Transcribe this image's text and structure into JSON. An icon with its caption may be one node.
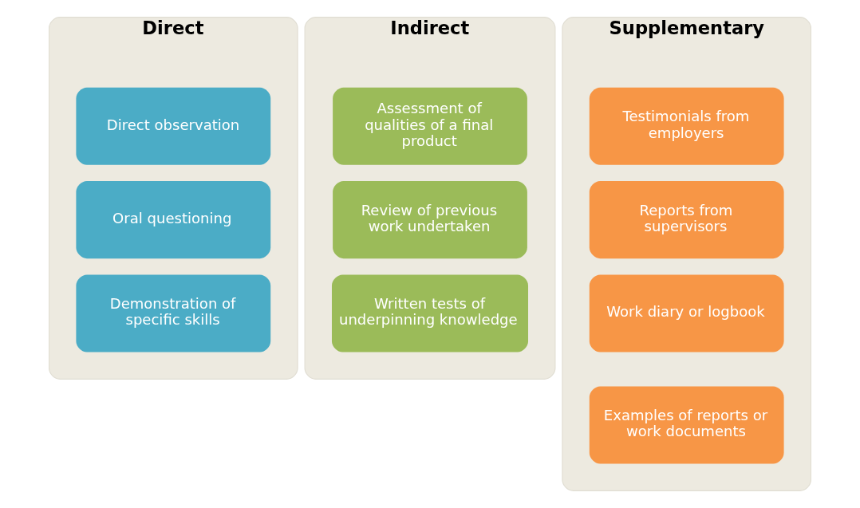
{
  "diagram": {
    "nodes": [
      {
        "text": [
          "Direct"
        ]
      },
      {
        "text": [
          "Direct observation"
        ],
        "in": 0
      },
      {
        "text": [
          "Oral questioning"
        ],
        "in": 0
      },
      {
        "text": [
          "Demonstration of specific skills"
        ],
        "in": 0
      },
      {
        "text": [
          "Indirect"
        ]
      },
      {
        "text": [
          "Assessment of qualities of a final product"
        ],
        "in": 4
      },
      {
        "text": [
          "Review of previous work undertaken"
        ],
        "in": 4
      },
      {
        "text": [
          "Written tests of underpinning knowledge"
        ],
        "in": 4
      },
      {
        "text": [
          "Supplementary"
        ]
      },
      {
        "text": [
          "Testimonials from employers"
        ],
        "in": 8
      },
      {
        "text": [
          "Reports from supervisors"
        ],
        "in": 8
      },
      {
        "text": [
          "Work diary or logbook"
        ],
        "in": 8
      },
      {
        "text": [
          "Examples of reports or work documents"
        ],
        "in": 8
      }
    ],
    "edges": []
  }
}
